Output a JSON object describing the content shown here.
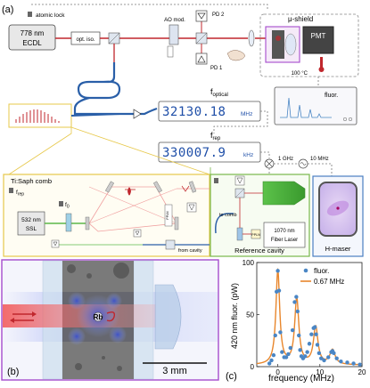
{
  "panel_a": {
    "label": "(a)",
    "atomic_lock": "atomic lock",
    "laser": {
      "line1": "778 nm",
      "line2": "ECDL"
    },
    "opt_iso": "opt. iso.",
    "ao_mod": "AO mod.",
    "pd2": "PD 2",
    "pd1": "PD 1",
    "mu_shield": "μ-shield",
    "pmt": "PMT",
    "temp": "100 °C",
    "fluor_screen": "fluor.",
    "f_optical_label": "f",
    "f_optical_sub": "optical",
    "f_optical_value": "32130.18",
    "f_optical_unit": "MHz",
    "f_rep_label": "f",
    "f_rep_sub": "rep",
    "f_rep_value": "330007.9",
    "f_rep_unit": "kHz",
    "ghz": "1 GHz",
    "ten_mhz": "10 MHz",
    "comb_title": "Ti:Saph comb",
    "comb_frep": "f",
    "comb_frep_sub": "rep",
    "comb_f0": "f",
    "comb_f0_sub": "0",
    "ssl_line1": "532 nm",
    "ssl_line2": "SSL",
    "ppln": "PPLN",
    "from_cavity": "from cavity",
    "ref_cavity": "Reference cavity",
    "to_comb": "to comb",
    "fiber_laser_line1": "1070 nm",
    "fiber_laser_line2": "Fiber Laser",
    "ppln2": "PPLN",
    "hmaser": "H-maser"
  },
  "panel_b": {
    "label": "(b)",
    "rb": "Rb",
    "scale": "3 mm"
  },
  "panel_c": {
    "label": "(c)",
    "chart_data": {
      "type": "line",
      "xlabel": "frequency (MHz)",
      "ylabel": "420 nm fluor. (pW)",
      "xlim": [
        -5,
        20
      ],
      "ylim": [
        0,
        100
      ],
      "xticks": [
        0,
        10,
        20
      ],
      "yticks": [
        0,
        50,
        100
      ],
      "grid": false,
      "legend": "top-right",
      "series": [
        {
          "name": "fluor.",
          "style": "points",
          "color": "#4a86c5",
          "x": [
            -2.0,
            -1.5,
            -1.0,
            -0.6,
            -0.3,
            0.0,
            0.3,
            0.6,
            1.0,
            1.5,
            2.0,
            2.5,
            3.0,
            3.5,
            4.0,
            4.4,
            4.7,
            5.0,
            5.3,
            5.6,
            6.0,
            6.5,
            7.0,
            7.5,
            8.0,
            8.5,
            8.8,
            9.1,
            9.4,
            9.8,
            10.3,
            11.0,
            12.0,
            12.7,
            13.0,
            13.3,
            14.0,
            15.0,
            16.5,
            18.0,
            19.5
          ],
          "y": [
            3,
            6,
            11,
            30,
            72,
            92,
            73,
            33,
            14,
            9,
            9,
            12,
            18,
            35,
            62,
            67,
            53,
            30,
            16,
            10,
            8,
            10,
            14,
            22,
            31,
            37,
            38,
            31,
            21,
            13,
            8,
            6,
            9,
            14,
            15,
            13,
            8,
            5,
            4,
            3,
            2
          ]
        },
        {
          "name": "0.67 MHz",
          "style": "line",
          "color": "#e8862c",
          "peaks": [
            [
              0,
              90,
              0.55
            ],
            [
              4.5,
              63,
              0.6
            ],
            [
              9.0,
              36,
              0.65
            ],
            [
              13.0,
              14,
              0.75
            ]
          ]
        }
      ]
    }
  },
  "colors": {
    "beam": "#c0272d",
    "fiber": "#2a5fa8",
    "comb_border": "#e7c84a",
    "cavity_border": "#78b84a",
    "maser_border": "#4a7fc1",
    "shield_border": "#a64ccd",
    "display_text": "#1f4fa8",
    "fluor_trace": "#4a86c5",
    "fit_line": "#e8862c",
    "panel_b_border": "#a64ccd"
  }
}
